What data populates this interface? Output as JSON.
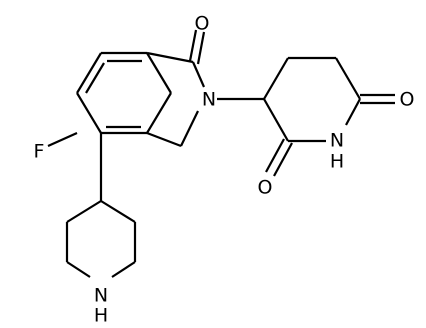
{
  "molecule": {
    "atoms": {
      "carbonyl_oxygen_top": "O",
      "lactam_nitrogen": "N",
      "fluorine": "F",
      "imide_oxygen_right": "O",
      "imide_nitrogen": "N",
      "imide_hydrogen": "H",
      "imide_oxygen_bottom": "O",
      "piperidine_nitrogen": "N",
      "piperidine_hydrogen": "H"
    }
  }
}
